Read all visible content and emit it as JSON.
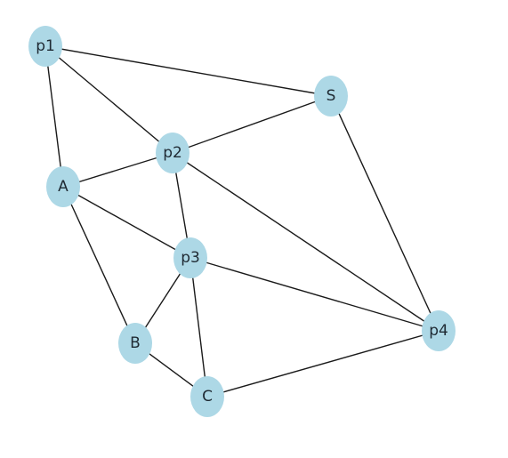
{
  "graph": {
    "node_color": "#add8e6",
    "edge_color": "#1a1a1a",
    "nodes": [
      {
        "id": "p1",
        "label": "p1"
      },
      {
        "id": "S",
        "label": "S"
      },
      {
        "id": "p2",
        "label": "p2"
      },
      {
        "id": "A",
        "label": "A"
      },
      {
        "id": "p3",
        "label": "p3"
      },
      {
        "id": "B",
        "label": "B"
      },
      {
        "id": "C",
        "label": "C"
      },
      {
        "id": "p4",
        "label": "p4"
      }
    ],
    "edges": [
      [
        "p1",
        "S"
      ],
      [
        "p1",
        "p2"
      ],
      [
        "p1",
        "A"
      ],
      [
        "S",
        "p2"
      ],
      [
        "S",
        "p4"
      ],
      [
        "p2",
        "A"
      ],
      [
        "p2",
        "p3"
      ],
      [
        "p2",
        "p4"
      ],
      [
        "A",
        "p3"
      ],
      [
        "A",
        "B"
      ],
      [
        "p3",
        "B"
      ],
      [
        "p3",
        "C"
      ],
      [
        "p3",
        "p4"
      ],
      [
        "B",
        "C"
      ],
      [
        "C",
        "p4"
      ]
    ]
  }
}
